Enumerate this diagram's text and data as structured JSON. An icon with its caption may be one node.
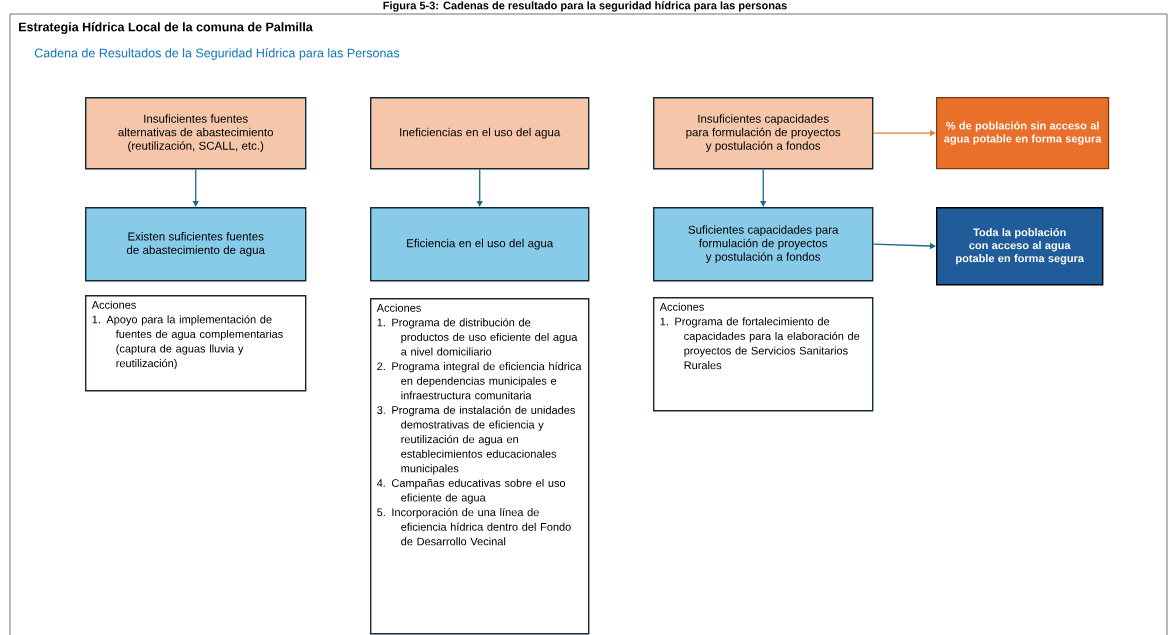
{
  "diagram": {
    "caption": "Figura 5-3: Cadenas de resultado para la seguridad hídrica para las personas",
    "title": "Estrategia Hídrica Local de la comuna de Palmilla",
    "nodes": [
      {
        "text": [
          "Insuficientes fuentes alternativas de abastecimiento (reutilización, SCALL, etc.)"
        ]
      },
      {
        "text": [
          "Ineficiencias en el uso del agua"
        ]
      },
      {
        "text": [
          "Insuficientes capacidades para formulación de proyectos y postulación a fondos"
        ]
      },
      {
        "text": [
          "% de población sin acceso al agua potable en forma segura"
        ]
      },
      {
        "text": [
          "Existen suficientes fuentes de abastecimiento de agua"
        ]
      },
      {
        "text": [
          "Eficiencia en el uso del agua"
        ]
      },
      {
        "text": [
          "Suficientes capacidades para formulación de proyectos y postulación a fondos"
        ]
      },
      {
        "text": [
          "Toda la población con acceso al agua potable en forma segura"
        ]
      },
      {
        "text": [
          "Acciones",
          "1. Apoyo para la implementación de fuentes de agua complementarias (captura de aguas lluvia y reutilización)"
        ]
      },
      {
        "text": [
          "Acciones",
          "1. Programa de distribución de productos de uso eficiente del agua a nivel domiciliario",
          "2. Programa integral de eficiencia hídrica en dependencias municipales e infraestructura comunitaria",
          "3. Programa de instalación de unidades demostrativas de eficiencia y reutilización de agua en establecimientos educacionales municipales",
          "4. Campañas educativas sobre el uso eficiente de agua",
          "5. Incorporación de una línea de eficiencia hídrica dentro del Fondo de Desarrollo Vecinal"
        ]
      },
      {
        "text": [
          "Acciones",
          "1. Programa de fortalecimiento de capacidades para la elaboración de proyectos de Servicios Sanitarios Rurales"
        ]
      }
    ],
    "edges": [
      {
        "from": 0,
        "to": 4,
        "arrow": "to"
      },
      {
        "from": 1,
        "to": 5,
        "arrow": "to"
      },
      {
        "from": 2,
        "to": 6,
        "arrow": "to"
      },
      {
        "from": 2,
        "to": 3,
        "arrow": "to",
        "color": "#ed7d31"
      },
      {
        "from": 6,
        "to": 7,
        "arrow": "to"
      }
    ],
    "labels": [
      "Cadena de Resultados de la Seguridad Hídrica para las Personas"
    ]
  }
}
